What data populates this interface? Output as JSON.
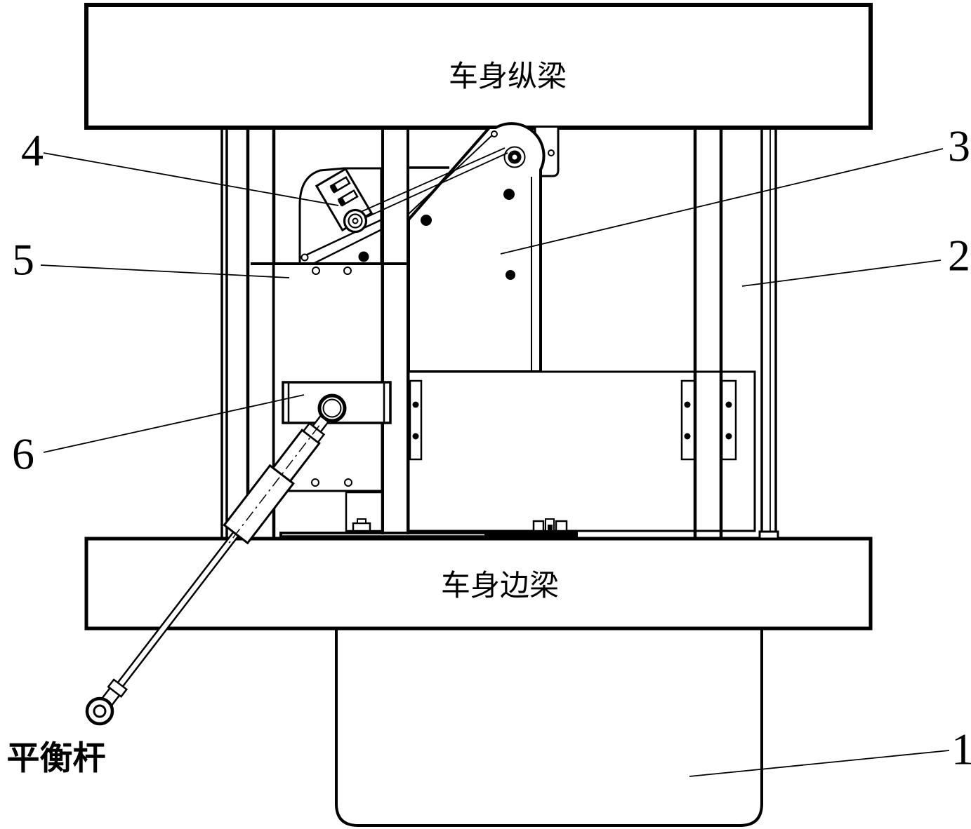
{
  "figure": {
    "type": "patent-technical-drawing",
    "background_color": "#ffffff",
    "ink_color": "#000000",
    "beams": {
      "top_beam_label": "车身纵梁",
      "bottom_beam_label": "车身边梁"
    },
    "annotations": {
      "balance_rod_label": "平衡杆",
      "part_numbers": {
        "n1": "1",
        "n2": "2",
        "n3": "3",
        "n4": "4",
        "n5": "5",
        "n6": "6"
      }
    }
  }
}
